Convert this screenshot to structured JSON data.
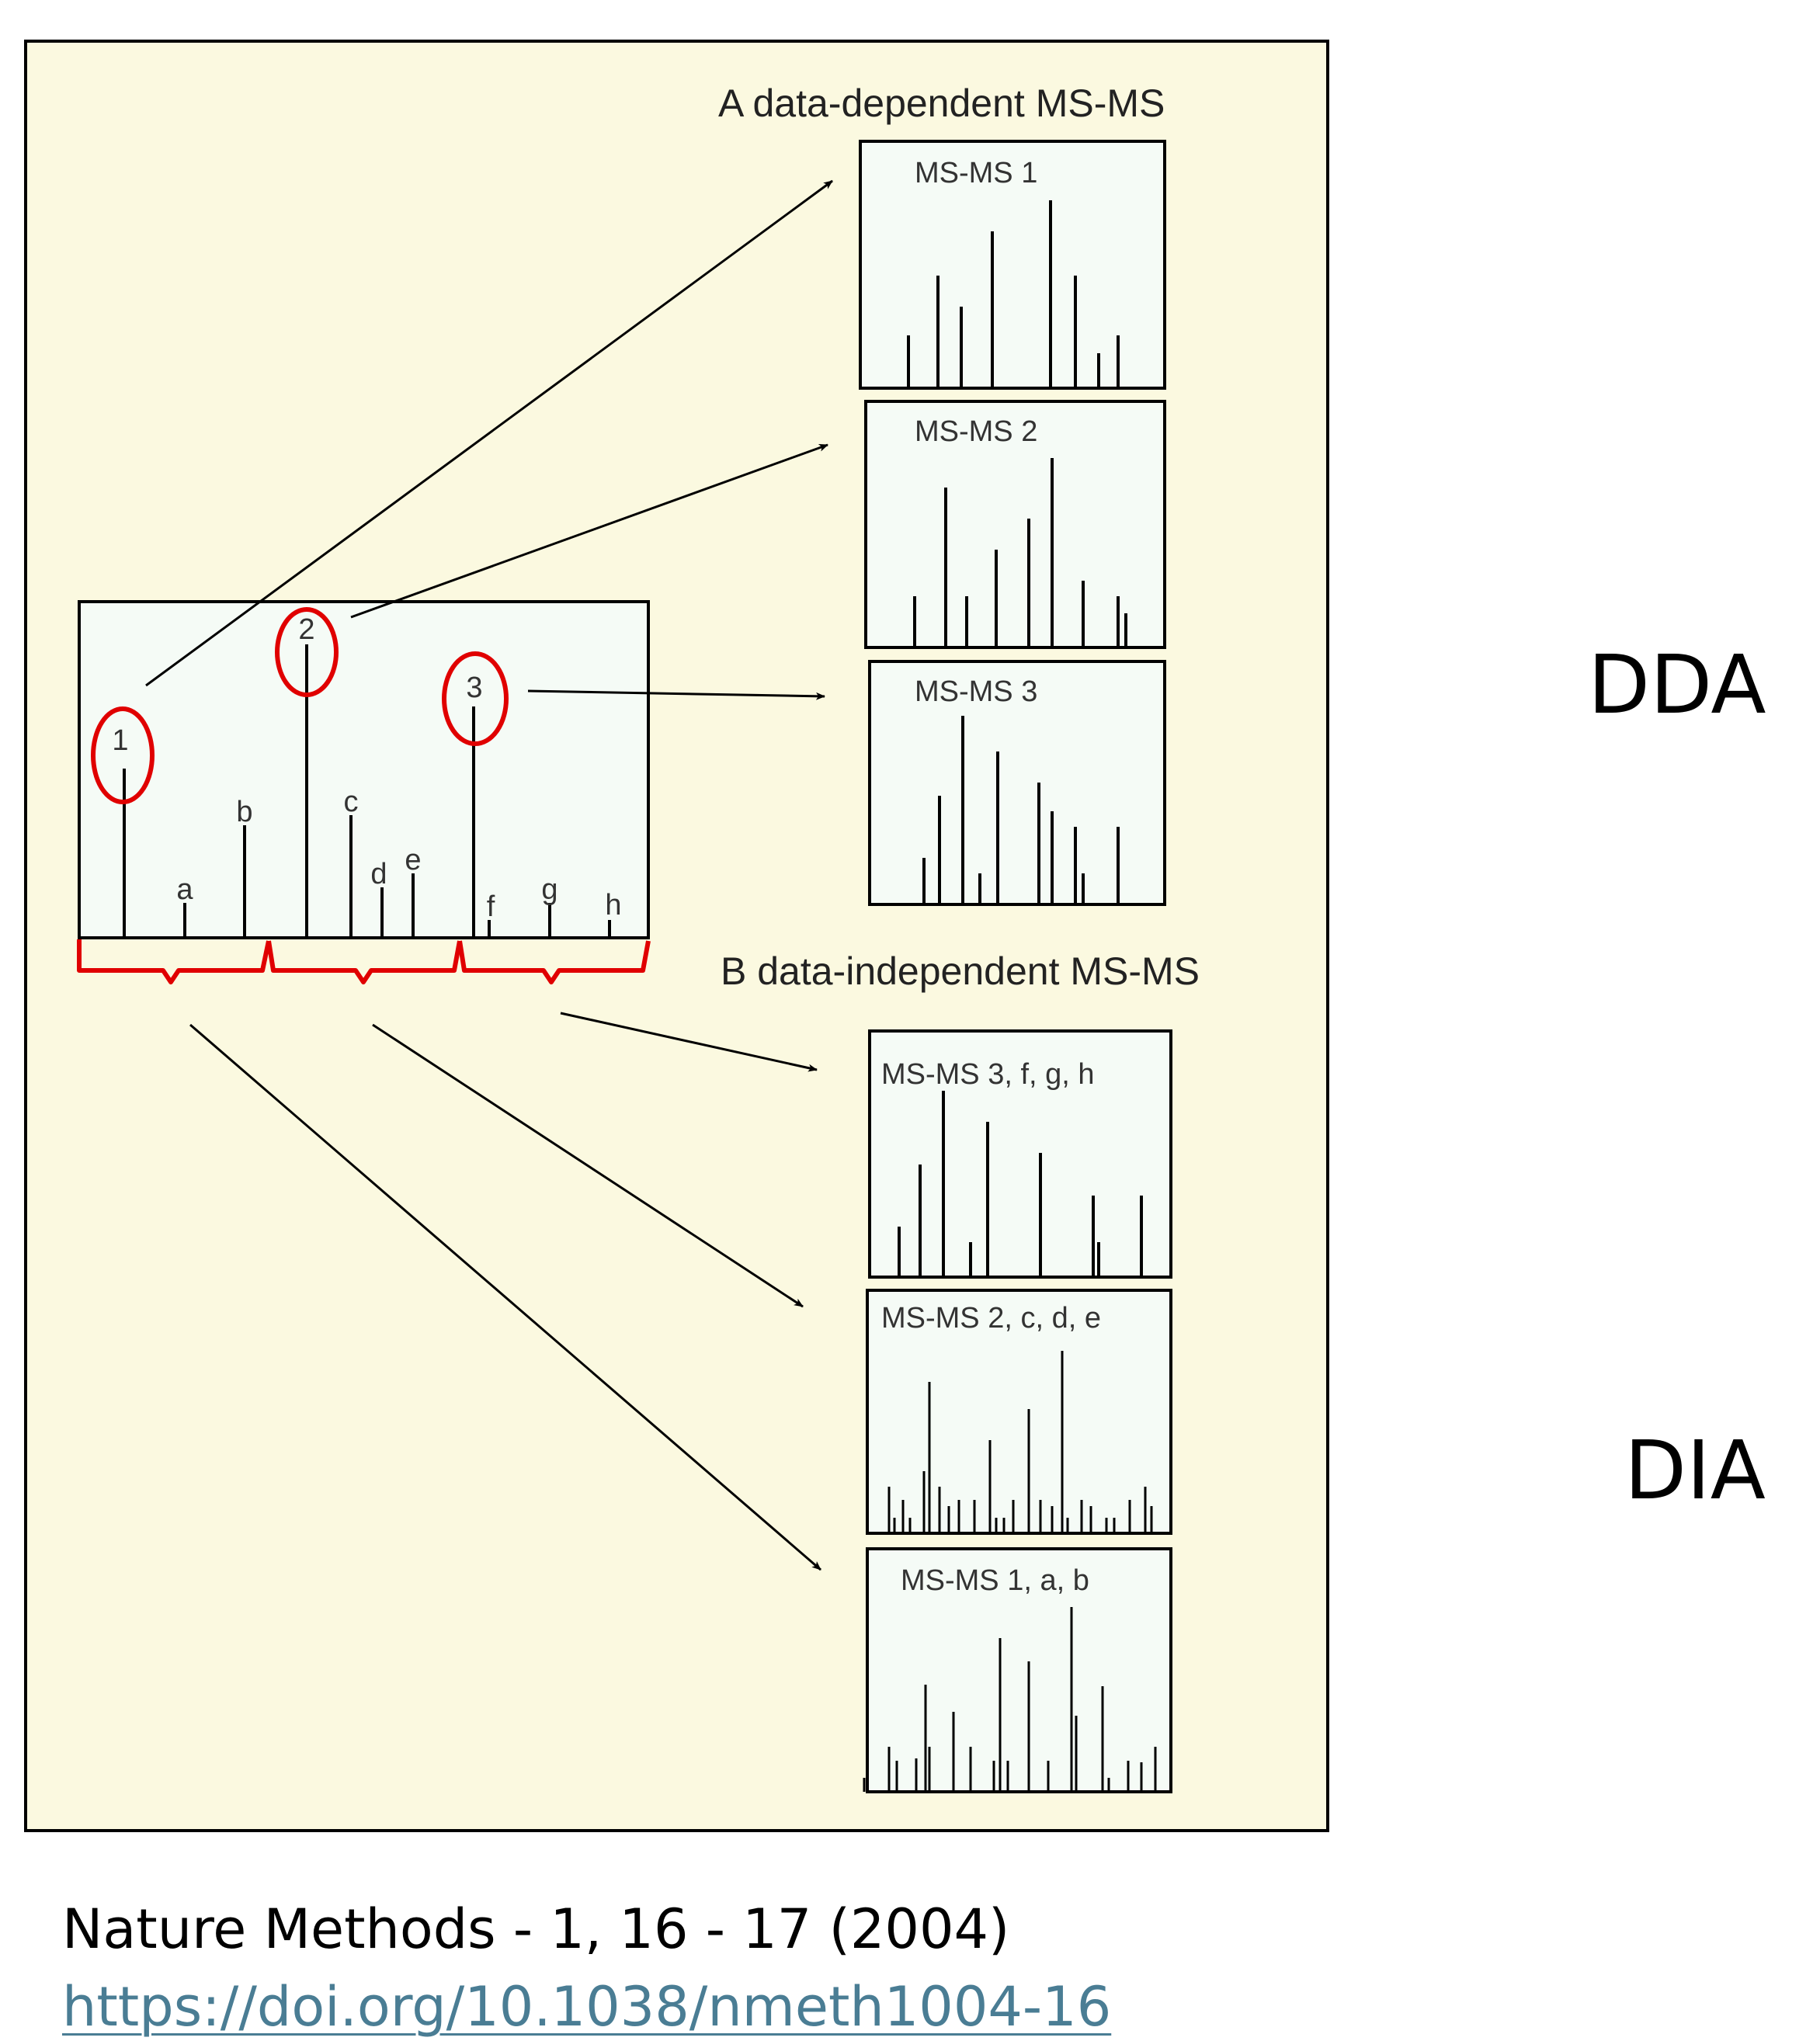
{
  "figure": {
    "heading_a": "A data-dependent MS-MS",
    "heading_b": "B data-independent MS-MS",
    "ms1_spectrum": {
      "precursors": [
        {
          "label": "1",
          "selected": true
        },
        {
          "label": "2",
          "selected": true
        },
        {
          "label": "3",
          "selected": true
        }
      ],
      "minor_peaks": [
        "a",
        "b",
        "c",
        "d",
        "e",
        "f",
        "g",
        "h"
      ],
      "isolation_windows": 3
    },
    "dda_panels": [
      {
        "title": "MS-MS 1"
      },
      {
        "title": "MS-MS 2"
      },
      {
        "title": "MS-MS 3"
      }
    ],
    "dia_panels": [
      {
        "title": "MS-MS 3, f, g, h"
      },
      {
        "title": "MS-MS 2, c, d, e"
      },
      {
        "title": "MS-MS 1, a, b"
      }
    ],
    "colors": {
      "panel_background": "#fbf9e0",
      "spectrum_background": "#f5fbf6",
      "highlight": "#e00000",
      "ink": "#000000"
    }
  },
  "labels": {
    "dda": "DDA",
    "dia": "DIA"
  },
  "citation": {
    "text": "Nature Methods - 1, 16 - 17 (2004)",
    "link": "https://doi.org/10.1038/nmeth1004-16"
  }
}
